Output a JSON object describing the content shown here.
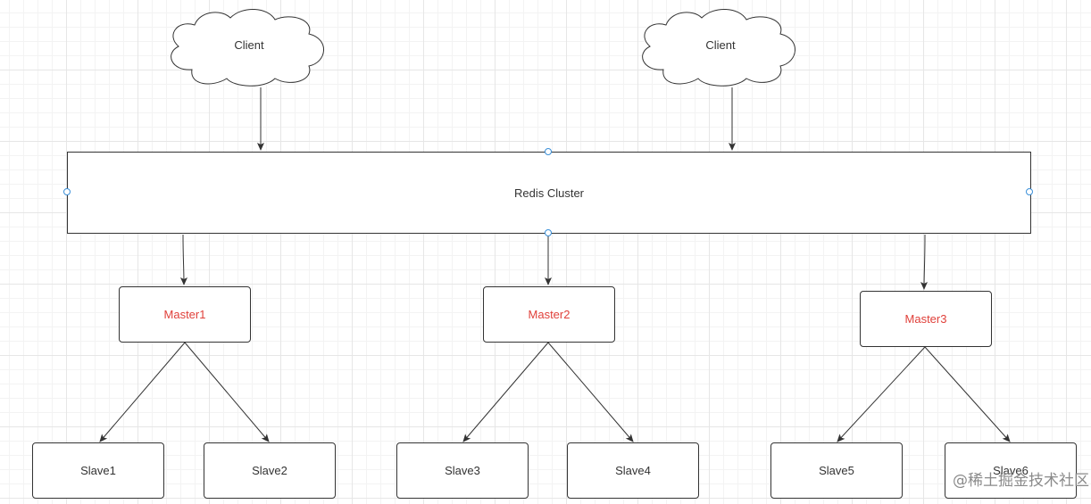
{
  "diagram": {
    "clients": [
      "Client",
      "Client"
    ],
    "cluster_label": "Redis Cluster",
    "masters": [
      "Master1",
      "Master2",
      "Master3"
    ],
    "slaves": [
      "Slave1",
      "Slave2",
      "Slave3",
      "Slave4",
      "Slave5",
      "Slave6"
    ]
  },
  "watermark": "@稀土掘金技术社区",
  "colors": {
    "master_text": "#e0403a",
    "line": "#333333",
    "handle": "#3a8fd8"
  }
}
